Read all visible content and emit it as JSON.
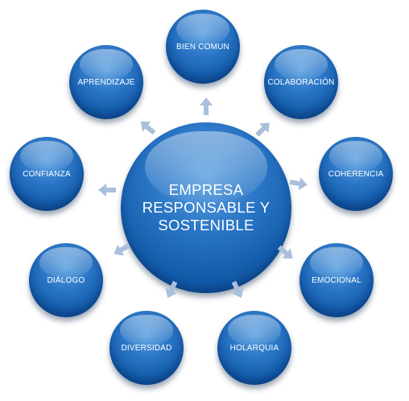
{
  "center": {
    "lines": [
      "EMPRESA",
      "RESPONSABLE Y",
      "SOSTENIBLE"
    ]
  },
  "nodes": [
    {
      "id": "bien-comun",
      "label": "BIEN COMUN"
    },
    {
      "id": "colaboracion",
      "label": "COLABORACIÓN"
    },
    {
      "id": "coherencia",
      "label": "COHERENCIA"
    },
    {
      "id": "emocional",
      "label": "EMOCIONAL"
    },
    {
      "id": "holarquia",
      "label": "HOLARQUIA"
    },
    {
      "id": "diversidad",
      "label": "DIVERSIDAD"
    },
    {
      "id": "dialogo",
      "label": "DIÁLOGO"
    },
    {
      "id": "confianza",
      "label": "CONFIANZA"
    },
    {
      "id": "aprendizaje",
      "label": "APRENDIZAJE"
    }
  ],
  "colors": {
    "node": "#1a63b3",
    "arrow": "#a9bfdc",
    "text": "#ffffff"
  }
}
